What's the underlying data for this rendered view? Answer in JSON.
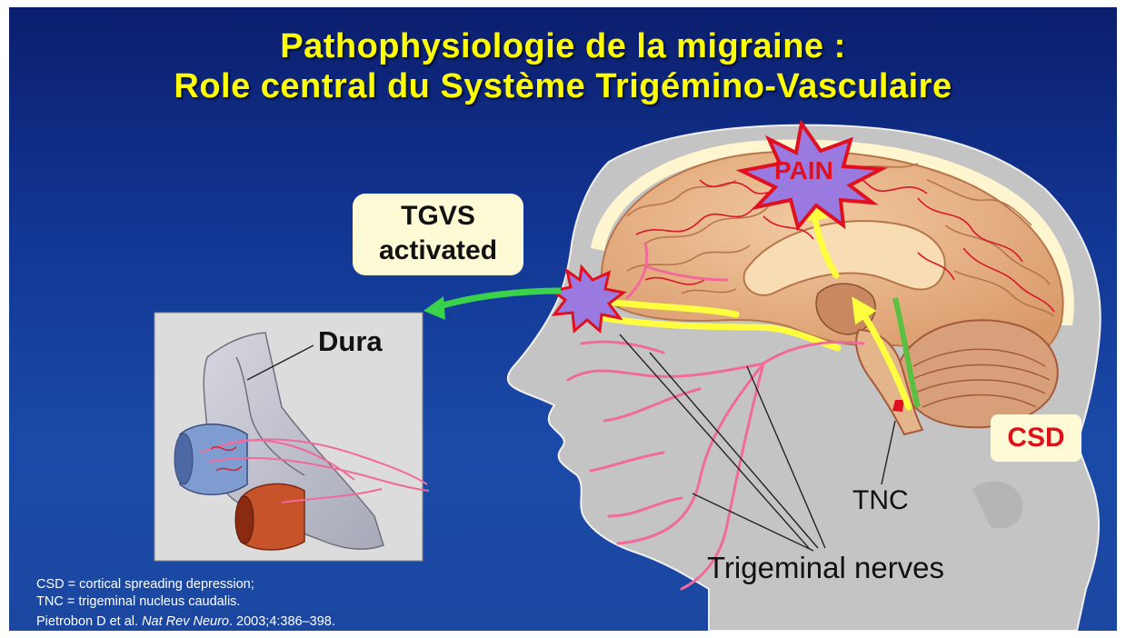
{
  "title": {
    "line1": "Pathophysiologie de la migraine :",
    "line2": "Role central du Système Trigémino-Vasculaire"
  },
  "callout": {
    "line1": "TGVS",
    "line2": "activated"
  },
  "labels": {
    "pain": "PAIN",
    "dura": "Dura",
    "csd": "CSD",
    "tnc": "TNC",
    "trigeminal_nerves": "Trigeminal nerves"
  },
  "footnotes": {
    "csd_def": "CSD = cortical spreading depression;",
    "tnc_def": "TNC = trigeminal nucleus caudalis.",
    "citation_authors": "Pietrobon D et al.",
    "citation_journal": "Nat Rev Neuro",
    "citation_rest": ". 2003;4:386–398."
  },
  "colors": {
    "title": "#ffff00",
    "background": "#12358f",
    "callout_fill": "#fffad6",
    "csd_text": "#e0101a",
    "burst": "#9a7ae0",
    "burst_outline": "#e01020",
    "arrow_green": "#3ad24a",
    "arrow_yellow": "#ffff40",
    "nerve": "#f06a9a"
  }
}
